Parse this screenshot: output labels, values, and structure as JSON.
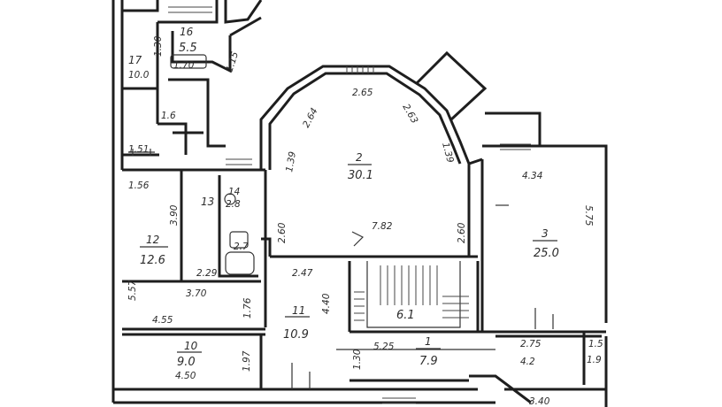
{
  "plan": {
    "rooms": [
      {
        "id": "2",
        "number": "2",
        "area": "30.1"
      },
      {
        "id": "3",
        "number": "3",
        "area": "25.0"
      },
      {
        "id": "10",
        "number": "10",
        "area": "9.0"
      },
      {
        "id": "11",
        "number": "11",
        "area": "10.9"
      },
      {
        "id": "12",
        "number": "12",
        "area": "12.6"
      },
      {
        "id": "13",
        "number": "13",
        "area": "2.8"
      },
      {
        "id": "14",
        "number": "14",
        "area": "2.7"
      },
      {
        "id": "16",
        "number": "16",
        "area": "5.5"
      },
      {
        "id": "17",
        "number": "17",
        "area": "10.0"
      },
      {
        "id": "stair",
        "number": "",
        "area": "6.1"
      },
      {
        "id": "corridor",
        "number": "1",
        "area": "7.9"
      },
      {
        "id": "small",
        "number": "",
        "area": "4.2"
      }
    ],
    "dimensions": [
      "2.65",
      "2.64",
      "1.39",
      "2.63",
      "1.39",
      "1.30",
      "4.34",
      "5.75",
      "7.82",
      "2.60",
      "2.60",
      "2.47",
      "4.40",
      "3.90",
      "5.57",
      "3.70",
      "4.55",
      "1.56",
      "1.51",
      "1.15",
      "1.6",
      "2.29",
      "1.76",
      "1.97",
      "4.50",
      "5.25",
      "1.30",
      "2.75",
      "1.5",
      "1.9",
      "3.40",
      "1.70"
    ]
  }
}
